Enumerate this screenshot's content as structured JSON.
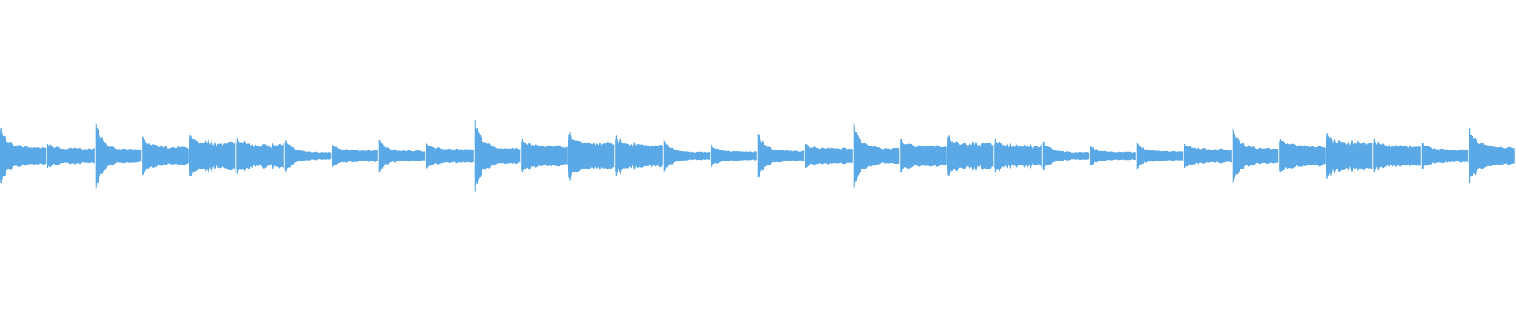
{
  "waveform": {
    "color": "#5aa9e6",
    "background": "#ffffff",
    "segments": [
      {
        "start": 0.0,
        "peak": 0.46,
        "sustain": 0.14,
        "pattern": "smooth"
      },
      {
        "start": 0.031,
        "peak": 0.2,
        "sustain": 0.12,
        "pattern": "smooth"
      },
      {
        "start": 0.063,
        "peak": 0.54,
        "sustain": 0.1,
        "pattern": "smooth"
      },
      {
        "start": 0.094,
        "peak": 0.3,
        "sustain": 0.14,
        "pattern": "smooth"
      },
      {
        "start": 0.125,
        "peak": 0.34,
        "sustain": 0.22,
        "pattern": "ripple"
      },
      {
        "start": 0.156,
        "peak": 0.3,
        "sustain": 0.18,
        "pattern": "ripple"
      },
      {
        "start": 0.188,
        "peak": 0.26,
        "sustain": 0.06,
        "pattern": "smooth"
      },
      {
        "start": 0.219,
        "peak": 0.18,
        "sustain": 0.09,
        "pattern": "smooth"
      },
      {
        "start": 0.25,
        "peak": 0.26,
        "sustain": 0.08,
        "pattern": "smooth"
      },
      {
        "start": 0.281,
        "peak": 0.2,
        "sustain": 0.11,
        "pattern": "smooth"
      },
      {
        "start": 0.313,
        "peak": 0.6,
        "sustain": 0.12,
        "pattern": "smooth"
      },
      {
        "start": 0.344,
        "peak": 0.28,
        "sustain": 0.16,
        "pattern": "smooth"
      },
      {
        "start": 0.375,
        "peak": 0.36,
        "sustain": 0.22,
        "pattern": "ripple"
      },
      {
        "start": 0.406,
        "peak": 0.34,
        "sustain": 0.18,
        "pattern": "ripple"
      },
      {
        "start": 0.438,
        "peak": 0.24,
        "sustain": 0.06,
        "pattern": "smooth"
      },
      {
        "start": 0.469,
        "peak": 0.18,
        "sustain": 0.07,
        "pattern": "smooth"
      },
      {
        "start": 0.5,
        "peak": 0.36,
        "sustain": 0.08,
        "pattern": "smooth"
      },
      {
        "start": 0.531,
        "peak": 0.2,
        "sustain": 0.12,
        "pattern": "smooth"
      },
      {
        "start": 0.563,
        "peak": 0.52,
        "sustain": 0.12,
        "pattern": "smooth"
      },
      {
        "start": 0.594,
        "peak": 0.28,
        "sustain": 0.16,
        "pattern": "smooth"
      },
      {
        "start": 0.625,
        "peak": 0.32,
        "sustain": 0.2,
        "pattern": "ripple"
      },
      {
        "start": 0.656,
        "peak": 0.28,
        "sustain": 0.16,
        "pattern": "ripple"
      },
      {
        "start": 0.688,
        "peak": 0.24,
        "sustain": 0.06,
        "pattern": "smooth"
      },
      {
        "start": 0.719,
        "peak": 0.16,
        "sustain": 0.06,
        "pattern": "smooth"
      },
      {
        "start": 0.75,
        "peak": 0.2,
        "sustain": 0.07,
        "pattern": "smooth"
      },
      {
        "start": 0.781,
        "peak": 0.2,
        "sustain": 0.11,
        "pattern": "smooth"
      },
      {
        "start": 0.813,
        "peak": 0.44,
        "sustain": 0.12,
        "pattern": "smooth"
      },
      {
        "start": 0.844,
        "peak": 0.28,
        "sustain": 0.16,
        "pattern": "smooth"
      },
      {
        "start": 0.875,
        "peak": 0.38,
        "sustain": 0.22,
        "pattern": "ripple"
      },
      {
        "start": 0.906,
        "peak": 0.28,
        "sustain": 0.16,
        "pattern": "ripple"
      },
      {
        "start": 0.938,
        "peak": 0.22,
        "sustain": 0.1,
        "pattern": "smooth"
      },
      {
        "start": 0.969,
        "peak": 0.46,
        "sustain": 0.14,
        "pattern": "smooth"
      }
    ]
  }
}
